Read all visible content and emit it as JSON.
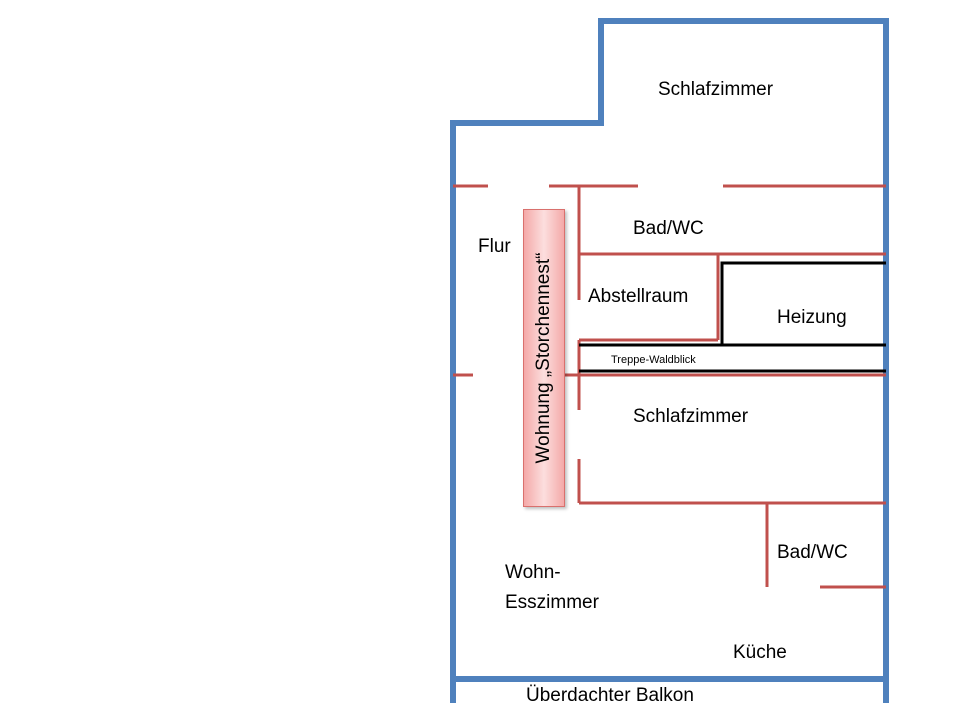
{
  "title": "Wohnung „Storchennest“",
  "colors": {
    "outer_wall": "#4f81bd",
    "inner_wall": "#c0504d",
    "stair_wall": "#000000"
  },
  "rooms": {
    "schlafzimmer_top": "Schlafzimmer",
    "bad_wc_top": "Bad/WC",
    "flur": "Flur",
    "abstellraum": "Abstellraum",
    "heizung": "Heizung",
    "treppe": "Treppe-Waldblick",
    "schlafzimmer_mid": "Schlafzimmer",
    "bad_wc_bottom": "Bad/WC",
    "wohn_line1": "Wohn-",
    "wohn_line2": "Esszimmer",
    "kueche": "Küche",
    "balkon": "Überdachter Balkon"
  }
}
